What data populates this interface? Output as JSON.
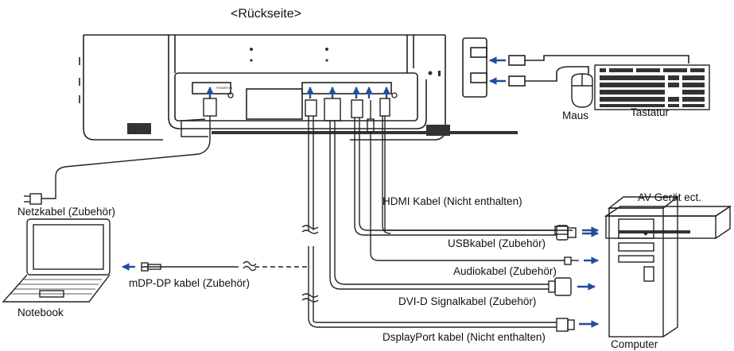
{
  "title": "<Rückseite>",
  "ports": {
    "power": "POWER IN"
  },
  "labels": {
    "maus": "Maus",
    "tastatur": "Tastatur",
    "av_device": "AV Gerät ect.",
    "hdmi_cable": "HDMI  Kabel (Nicht enthalten)",
    "power_cable": "Netzkabel (Zubehör)",
    "computer": "Computer",
    "usb_cable": "USBkabel (Zubehör)",
    "audio_cable": "Audiokabel (Zubehör)",
    "mdp_cable": "mDP-DP kabel (Zubehör)",
    "dvi_cable": "DVI-D Signalkabel (Zubehör)",
    "notebook": "Notebook",
    "dp_cable": "DsplayPort kabel (Nicht enthalten)"
  },
  "colors": {
    "line": "#222222",
    "arrow": "#1f4e9c",
    "fill_dark": "#333333"
  }
}
